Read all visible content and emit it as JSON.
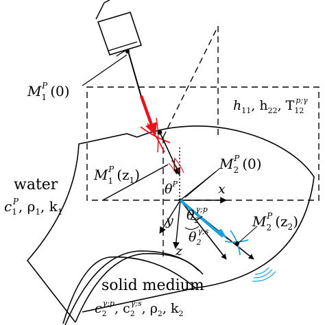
{
  "labels": {
    "water": {
      "text": "water"
    },
    "water_props": {
      "c": "c",
      "c_sub": "1",
      "c_sup": "P",
      "rest": ", ρ",
      "rho_sub": "1",
      "k": ", k",
      "k_sub": "1"
    },
    "solid_medium": {
      "text": "solid medium"
    },
    "solid_props": {
      "c1": "c",
      "c1_sub": "2",
      "c1_sup": "γ;p",
      "c2": ", c",
      "c2_sub": "2",
      "c2_sup": "γ;s",
      "rho": ", ρ",
      "rho_sub": "2",
      "k": ", k",
      "k_sub": "2"
    },
    "m1_0": {
      "M": "M",
      "sub": "1",
      "sup": "P",
      "arg": "(0)"
    },
    "m1_z1": {
      "M": "M",
      "sub": "1",
      "sup": "P",
      "arg": "(z",
      "arg_sub": "1",
      "close": ")"
    },
    "m2_0": {
      "M": "M",
      "sub": "2",
      "sup": "P",
      "arg": "(0)"
    },
    "m2_z2": {
      "M": "M",
      "sub": "2",
      "sup": "P",
      "arg": "(z",
      "arg_sub": "2",
      "close": ")"
    },
    "h_params": {
      "h11": "h",
      "h11_sub": "11",
      "h22": ", h",
      "h22_sub": "22",
      "T": ", T",
      "T_sub": "12",
      "T_sup": "p;γ"
    },
    "theta_p": {
      "theta": "θ",
      "sup": "P"
    },
    "theta_2p": {
      "theta": "θ",
      "sub": "2",
      "sup": "γ;p"
    },
    "theta_2s": {
      "theta": "θ",
      "sub": "2",
      "sup": "γ;s"
    },
    "axis_x": "x",
    "axis_y": "y",
    "axis_z": "z"
  },
  "colors": {
    "incident_ray": "#e8141b",
    "transmitted_ray": "#1aa0dc",
    "line": "#000000",
    "echo_red": "#e8141b",
    "echo_blue": "#1aa0dc"
  },
  "icons": {
    "transducer": "ultrasonic-probe-icon"
  }
}
